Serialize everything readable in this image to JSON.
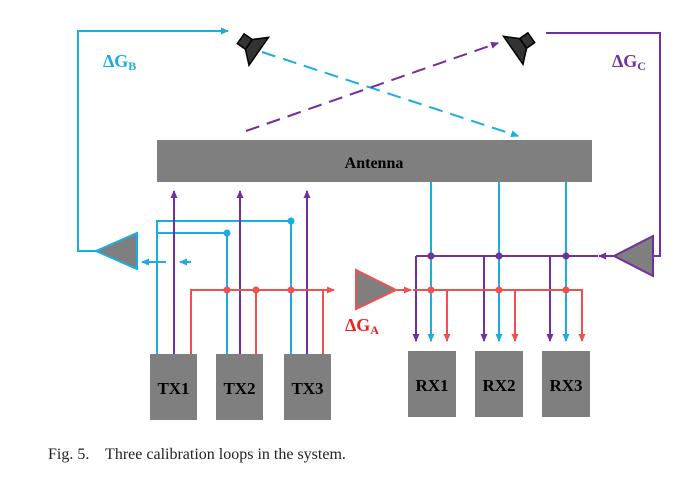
{
  "colors": {
    "blue": "#1aaee0",
    "purple": "#7030a0",
    "red": "#f05050",
    "block": "#7f7f7f"
  },
  "antenna_label": "Antenna",
  "tx_labels": [
    "TX1",
    "TX2",
    "TX3"
  ],
  "rx_labels": [
    "RX1",
    "RX2",
    "RX3"
  ],
  "gains": {
    "A": {
      "main": "ΔG",
      "sub": "A"
    },
    "B": {
      "main": "ΔG",
      "sub": "B"
    },
    "C": {
      "main": "ΔG",
      "sub": "C"
    }
  },
  "icons": [
    "speaker-icon",
    "amplifier-triangle-icon"
  ],
  "caption": "Fig. 5.    Three calibration loops in the system."
}
